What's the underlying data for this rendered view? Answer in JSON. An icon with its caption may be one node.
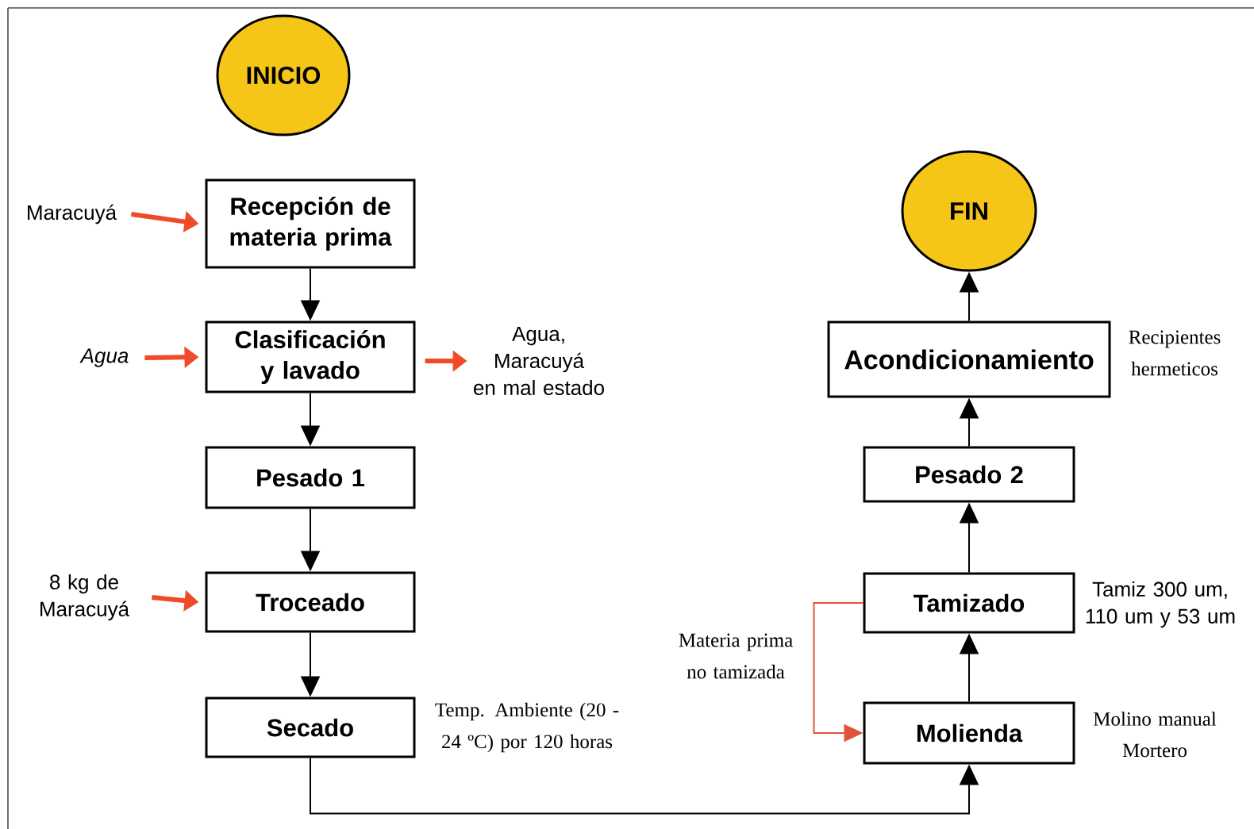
{
  "diagram": {
    "nodes": [
      {
        "text": [
          "INICIO"
        ]
      },
      {
        "text": [
          "Recepción de materia prima"
        ]
      },
      {
        "text": [
          "Clasificación y lavado"
        ]
      },
      {
        "text": [
          "Pesado 1"
        ]
      },
      {
        "text": [
          "Troceado"
        ]
      },
      {
        "text": [
          "Secado"
        ],
        "beside": [
          "Temp. Ambiente (20 - 24 ºC) por 120 horas"
        ]
      },
      {
        "text": [
          "FIN"
        ]
      },
      {
        "text": [
          "Acondicionamiento"
        ],
        "beside": [
          "Recipientes hermeticos"
        ]
      },
      {
        "text": [
          "Pesado 2"
        ]
      },
      {
        "text": [
          "Tamizado"
        ],
        "beside": [
          "Tamiz 300 um, 110 um y 53 um"
        ]
      },
      {
        "text": [
          "Molienda"
        ],
        "beside": [
          "Molino manual",
          "Mortero"
        ]
      },
      {
        "text": [
          "Maracuyá"
        ]
      },
      {
        "text": [
          "Agua"
        ]
      },
      {
        "text": [
          "Agua, Maracuyá en mal estado"
        ]
      },
      {
        "text": [
          "8 kg de Maracuyá"
        ]
      }
    ],
    "edges": [
      {
        "from": 11,
        "to": 1,
        "arrow": "to",
        "style": "thick",
        "color": "#ef4b2a"
      },
      {
        "from": 1,
        "to": 2,
        "arrow": "to"
      },
      {
        "from": 12,
        "to": 2,
        "arrow": "to",
        "style": "thick",
        "color": "#ef4b2a"
      },
      {
        "from": 2,
        "to": 13,
        "arrow": "to",
        "style": "thick",
        "color": "#ef4b2a"
      },
      {
        "from": 2,
        "to": 3,
        "arrow": "to"
      },
      {
        "from": 3,
        "to": 4,
        "arrow": "to"
      },
      {
        "from": 14,
        "to": 4,
        "arrow": "to",
        "style": "thick",
        "color": "#ef4b2a"
      },
      {
        "from": 4,
        "to": 5,
        "arrow": "to"
      },
      {
        "from": 5,
        "to": 10,
        "arrow": "to"
      },
      {
        "from": 10,
        "to": 9,
        "arrow": "to"
      },
      {
        "from": 9,
        "to": 10,
        "arrow": "to",
        "color": "#e0533a",
        "label": "Materia prima no tamizada"
      },
      {
        "from": 9,
        "to": 8,
        "arrow": "to"
      },
      {
        "from": 8,
        "to": 7,
        "arrow": "to"
      },
      {
        "from": 7,
        "to": 6,
        "arrow": "to"
      }
    ]
  }
}
